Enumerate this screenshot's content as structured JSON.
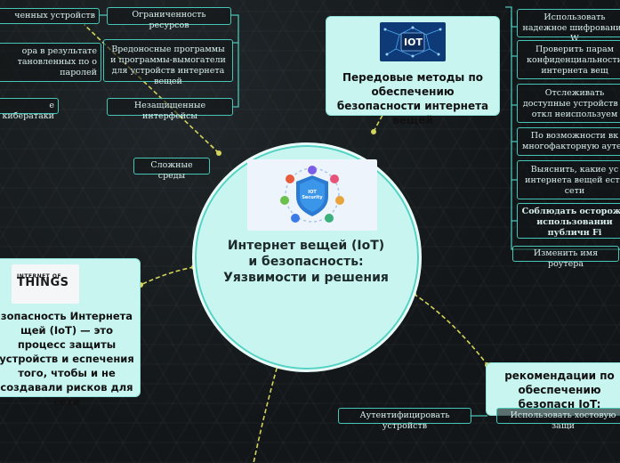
{
  "center": {
    "title": "Интернет вещей (IoT) и безопасность: Уязвимости и решения",
    "image_text": "IOT Security"
  },
  "topics": {
    "methods": {
      "title": "Передовые методы по обеспечению безопасности интернета вещей",
      "logo_text": "IOT",
      "items": [
        "Использовать надежное шифрования W",
        "Проверить парам конфиденциальности интернета вещ",
        "Отслеживать доступные устройств и откл неиспользуем",
        "По возможности вк многофакторную аутен",
        "Выяснить, какие ус интернета вещей есть сети",
        "Соблюдать осторожн использовании публичн Fi",
        "Изменить имя роутера"
      ]
    },
    "definition": {
      "logo_line1": "INTERNET OF",
      "logo_line2": "THINGS",
      "text": "зопасность Интернета щей (IoT) — это процесс защиты устройств и еспечения того, чтобы и не создавали рисков для сети"
    },
    "recommendations": {
      "title": "рекомендации по обеспечению безопасн IoT:",
      "items": [
        "Аутентифицировать устройств",
        "Использовать хостовую защи"
      ]
    },
    "vulnerabilities": {
      "items": [
        "ченных устройств",
        "Ограниченность ресурсов",
        "ора в результате тановленных по о паролей",
        "Вредоносные программы и программы-вымогатели для устройств интернета вещей",
        "е кибератаки",
        "Незащищенные интерфейсы",
        "Сложные среды"
      ]
    }
  },
  "colors": {
    "background": "#121618",
    "node_fill": "#c8f5f0",
    "connector": "#d4d35a",
    "box_border": "#47c6b7"
  }
}
